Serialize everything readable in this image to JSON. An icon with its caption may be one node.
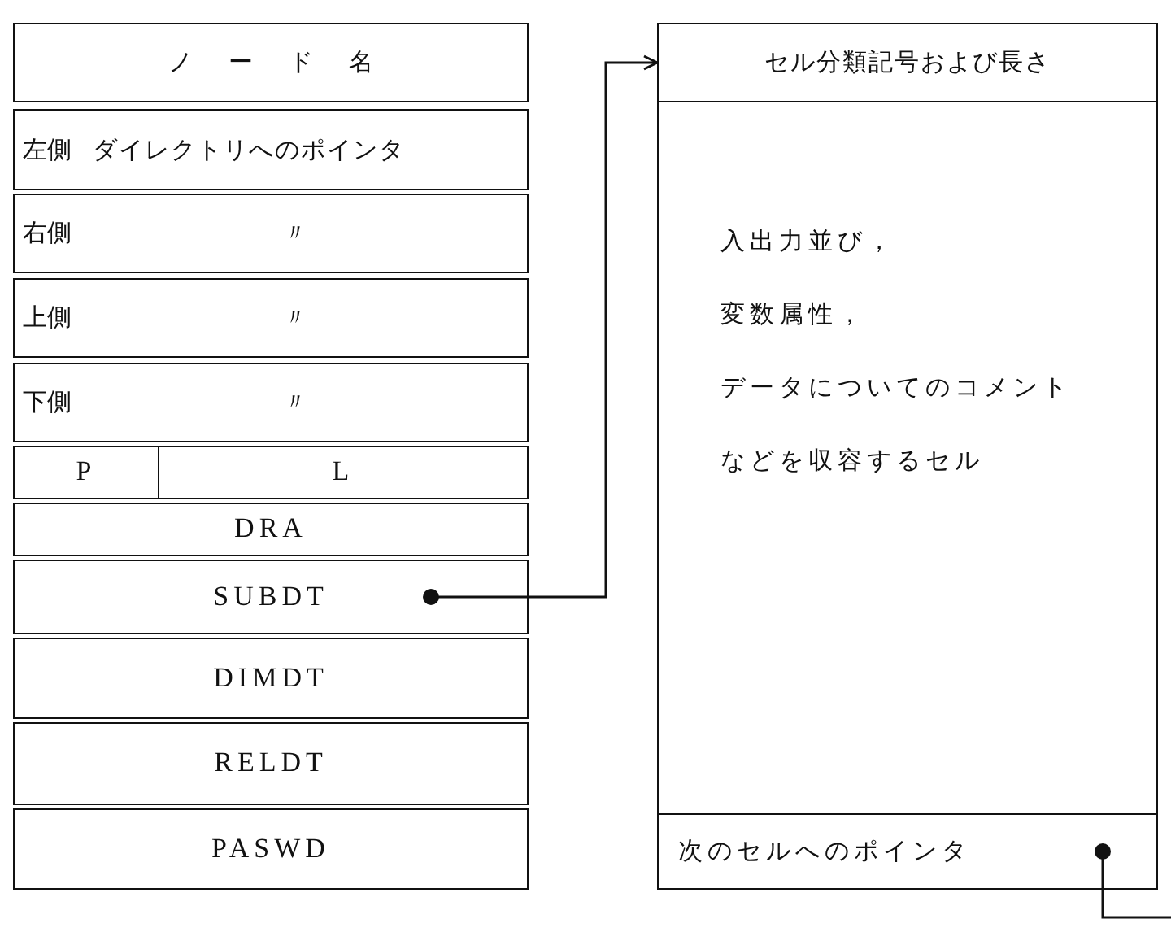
{
  "diagram": {
    "nodes": [
      {
        "text": [
          "ノード名"
        ]
      },
      {
        "text": [
          "左側",
          "ダイレクトリへのポインタ"
        ]
      },
      {
        "text": [
          "右側",
          "〃"
        ]
      },
      {
        "text": [
          "上側",
          "〃"
        ]
      },
      {
        "text": [
          "下側",
          "〃"
        ]
      },
      {
        "text": [
          "P"
        ]
      },
      {
        "text": [
          "L"
        ]
      },
      {
        "text": [
          "DRA"
        ]
      },
      {
        "text": [
          "SUBDT"
        ]
      },
      {
        "text": [
          "DIMDT"
        ]
      },
      {
        "text": [
          "RELDT"
        ]
      },
      {
        "text": [
          "PASWD"
        ]
      },
      {
        "text": [
          "セル分類記号および長さ"
        ]
      },
      {
        "text": [
          "入出力並び，",
          "変数属性，",
          "データについてのコメント",
          "などを収容するセル"
        ]
      },
      {
        "text": [
          "次のセルへのポインタ"
        ]
      }
    ],
    "edges": [
      {
        "from": 8,
        "to": 12,
        "arrow": "to"
      },
      {
        "from": 14,
        "to": null,
        "arrow": "other"
      }
    ]
  }
}
